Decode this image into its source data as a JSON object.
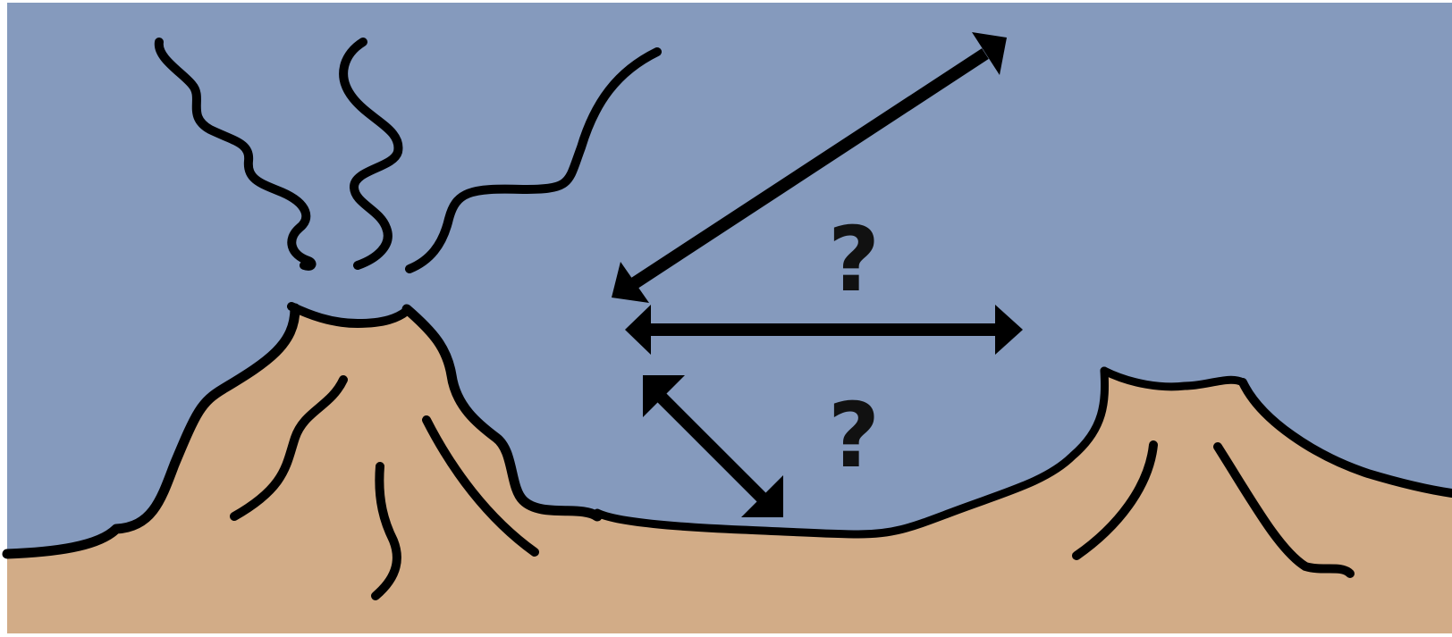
{
  "diagram": {
    "colors": {
      "sky": "#859abd",
      "ground": "#d2ac87",
      "outline": "#000000",
      "frame": "#ffffff"
    },
    "labels": {
      "question_upper": "?",
      "question_lower": "?"
    },
    "elements": {
      "left_volcano": "active-volcano-with-smoke",
      "right_volcano": "dormant-volcano",
      "arrows": [
        "diagonal-double-arrow-to-sky",
        "horizontal-double-arrow",
        "diagonal-double-arrow-to-ground"
      ]
    }
  }
}
